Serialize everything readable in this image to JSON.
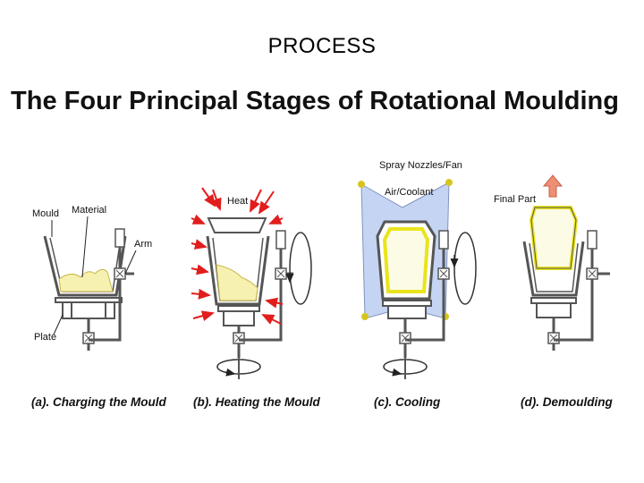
{
  "slide_title": "PROCESS",
  "diagram": {
    "heading": "The Four Principal Stages of Rotational Moulding",
    "stages": [
      {
        "caption": "(a). Charging the Mould",
        "labels": [
          "Mould",
          "Material",
          "Arm",
          "Plate"
        ]
      },
      {
        "caption": "(b). Heating the Mould",
        "labels": [
          "Heat"
        ]
      },
      {
        "caption": "(c). Cooling",
        "labels": [
          "Spray Nozzles/Fan",
          "Air/Coolant"
        ]
      },
      {
        "caption": "(d). Demoulding",
        "labels": [
          "Final Part"
        ]
      }
    ],
    "colors": {
      "material": "#f6f1b0",
      "heat_arrows": "#e11d1d",
      "coolant_area": "#c4d4f2",
      "part_outline": "#e9e41c",
      "final_part_arrow": "#ee8f73",
      "mould": "#555555"
    }
  }
}
